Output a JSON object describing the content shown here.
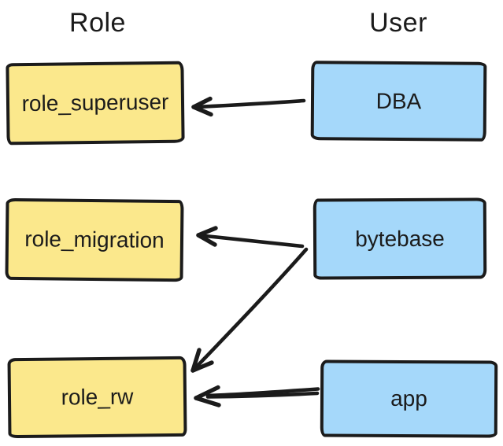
{
  "diagram": {
    "columns": [
      {
        "title": "Role"
      },
      {
        "title": "User"
      }
    ],
    "nodes": {
      "role_superuser": {
        "label": "role_superuser",
        "type": "role"
      },
      "role_migration": {
        "label": "role_migration",
        "type": "role"
      },
      "role_rw": {
        "label": "role_rw",
        "type": "role"
      },
      "dba": {
        "label": "DBA",
        "type": "user"
      },
      "bytebase": {
        "label": "bytebase",
        "type": "user"
      },
      "app": {
        "label": "app",
        "type": "user"
      }
    },
    "edges": [
      {
        "from": "DBA",
        "to": "role_superuser"
      },
      {
        "from": "bytebase",
        "to": "role_migration"
      },
      {
        "from": "bytebase",
        "to": "role_rw"
      },
      {
        "from": "app",
        "to": "role_rw"
      }
    ],
    "colors": {
      "role_fill": "#fbe88c",
      "user_fill": "#a5d8fa",
      "stroke": "#1b1b1b",
      "background": "#ffffff"
    }
  }
}
